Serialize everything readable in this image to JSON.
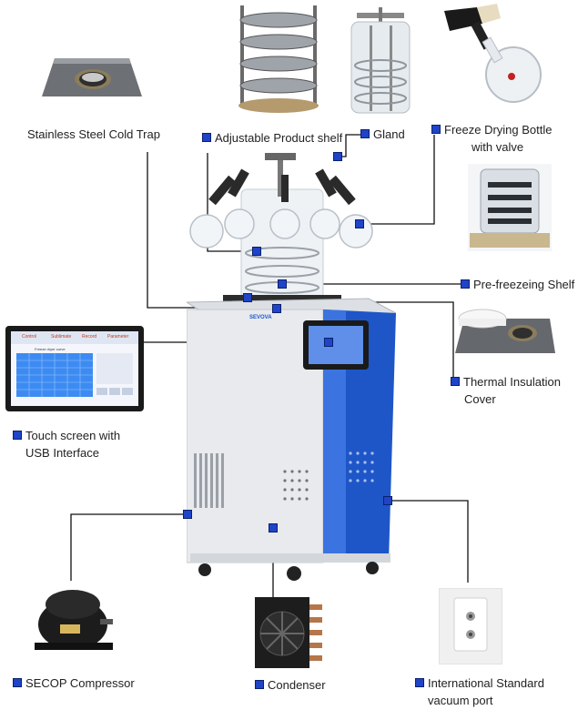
{
  "labels": {
    "cold_trap": "Stainless Steel Cold Trap",
    "product_shelf": "Adjustable Product shelf",
    "gland": "Gland",
    "bottle_line1": "Freeze Drying Bottle",
    "bottle_line2": "with valve",
    "prefreezing": "Pre-freezeing Shelf",
    "thermal_line1": "Thermal Insulation",
    "thermal_line2": "Cover",
    "touch_line1": "Touch screen with",
    "touch_line2": "USB Interface",
    "compressor": "SECOP Compressor",
    "condenser": "Condenser",
    "vacuum_line1": "International Standard",
    "vacuum_line2": "vacuum port"
  },
  "device": {
    "brand": "SEVOVA"
  },
  "screen": {
    "tabs": [
      "Control",
      "Sublimate",
      "Record",
      "Parameter"
    ],
    "title": "Freeze dryer curve"
  },
  "colors": {
    "accent_blue": "#1f44c8",
    "cabinet_blue": "#1e56c8",
    "cabinet_body": "#e9ecef",
    "line_color": "#111111"
  }
}
